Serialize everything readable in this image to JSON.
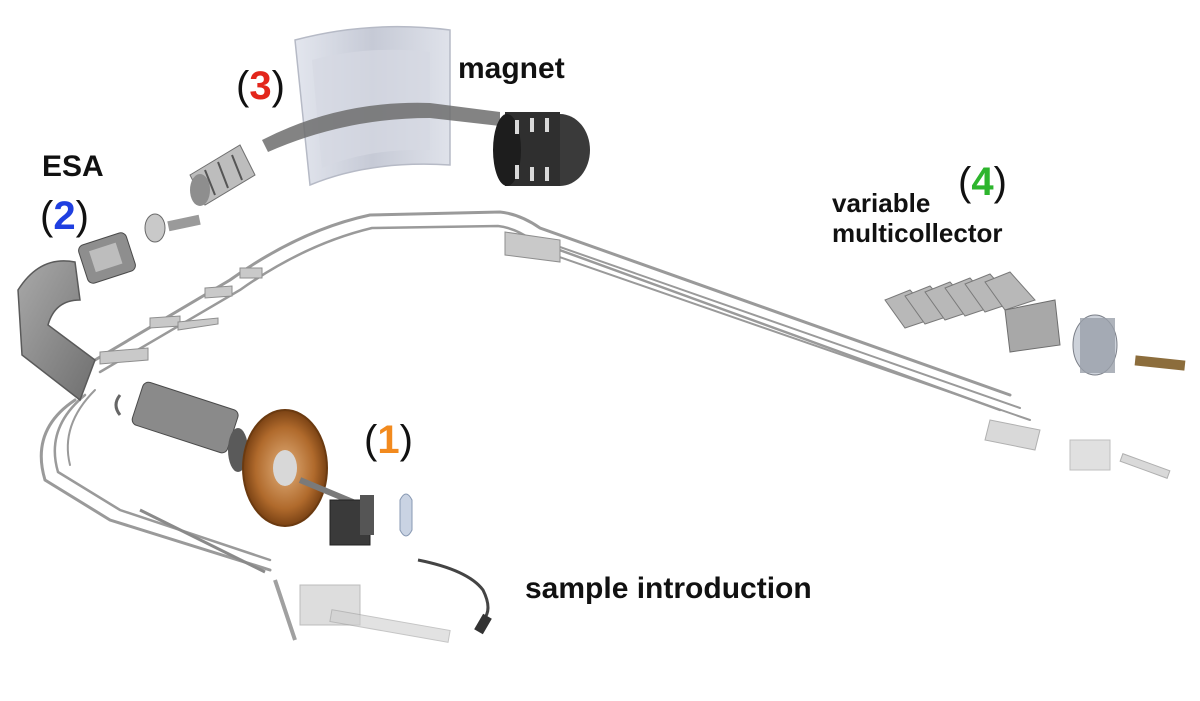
{
  "labels": {
    "magnet": "magnet",
    "esa": "ESA",
    "variable": "variable",
    "multicollector": "multicollector",
    "sample_introduction": "sample introduction"
  },
  "markers": [
    {
      "name": "marker-1",
      "open": "(",
      "digit": "1",
      "close": ")",
      "color": "#f28a1e"
    },
    {
      "name": "marker-2",
      "open": "(",
      "digit": "2",
      "close": ")",
      "color": "#1f3fe0"
    },
    {
      "name": "marker-3",
      "open": "(",
      "digit": "3",
      "close": ")",
      "color": "#e3261b"
    },
    {
      "name": "marker-4",
      "open": "(",
      "digit": "4",
      "close": ")",
      "color": "#2db52d"
    }
  ],
  "colors": {
    "beam_path": "#9a9a9a",
    "component_dark": "#3a3a3a",
    "component_mid": "#8e8e8e",
    "component_light": "#c9c9c9",
    "magnet_glass": "#cfd3dc",
    "cone_copper": "#b06a2c"
  }
}
